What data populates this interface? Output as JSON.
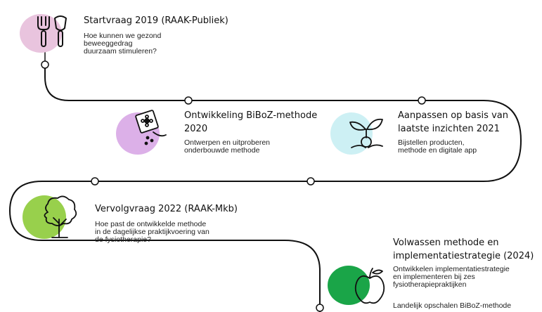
{
  "colors": {
    "pink": "#e9c4de",
    "lilac": "#dcb0e8",
    "cyan": "#cdf0f4",
    "lime": "#98d04c",
    "green": "#1aa548",
    "line": "#111111"
  },
  "milestones": [
    {
      "icon": "garden-tools-icon",
      "title": "Startvraag 2019 (RAAK-Publiek)",
      "description": "Hoe kunnen we gezond\nbeweeggedrag\nduurzaam stimuleren?"
    },
    {
      "icon": "seed-packet-icon",
      "title": "Ontwikkeling BiBoZ-methode\n2020",
      "description": "Ontwerpen en uitproberen\nonderbouwde methode"
    },
    {
      "icon": "sprout-icon",
      "title": "Aanpassen op basis van\nlaatste inzichten 2021",
      "description": "Bijstellen producten,\nmethode en digitale app"
    },
    {
      "icon": "tree-icon",
      "title": "Vervolgvraag 2022 (RAAK-Mkb)",
      "description": "Hoe past de ontwikkelde methode\nin de dagelijkse praktijkvoering van\nde fysiotherapie?"
    },
    {
      "icon": "apple-icon",
      "title": "Volwassen methode en\nimplementatiestrategie (2024)",
      "description": "Ontwikkelen implementatiestrategie\nen implementeren bij zes\nfysiotherapiepraktijken",
      "description_2": "Landelijk opschalen BiBoZ-methode"
    }
  ]
}
